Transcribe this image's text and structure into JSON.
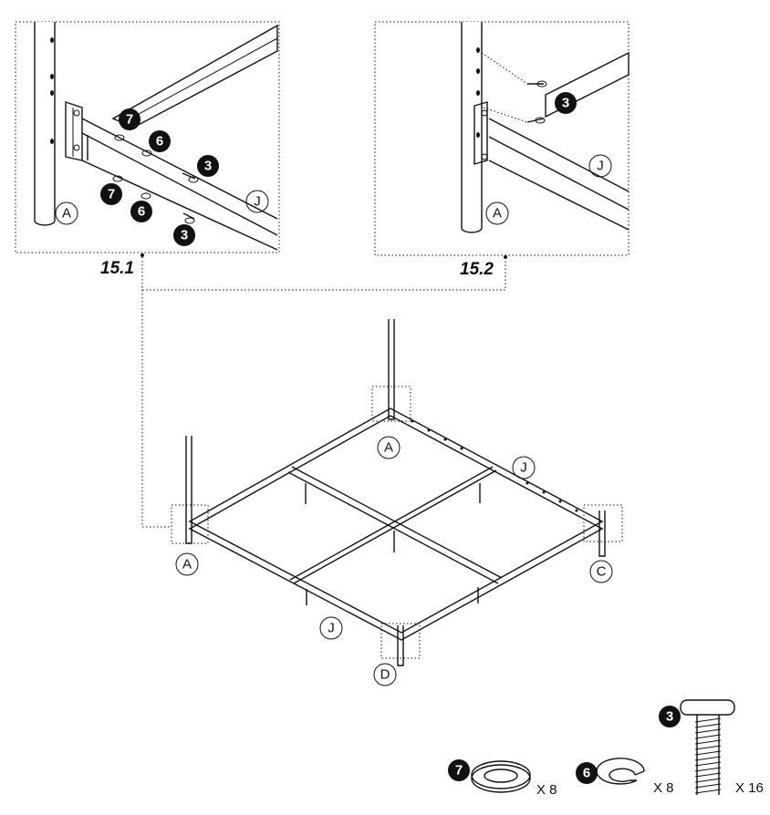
{
  "steps": [
    {
      "label": "15.1"
    },
    {
      "label": "15.2"
    }
  ],
  "part_letters": {
    "inset1_post": "A",
    "inset1_rail": "J",
    "inset2_post": "A",
    "inset2_rail": "J",
    "frame_back_post": "A",
    "frame_side_rail": "J",
    "frame_left_post": "A",
    "frame_right_corner": "C",
    "frame_front_rail": "J",
    "frame_front_corner": "D"
  },
  "callouts": {
    "inset1": [
      "7",
      "6",
      "3",
      "7",
      "6",
      "3"
    ],
    "inset2": [
      "3"
    ]
  },
  "hardware": [
    {
      "number": "7",
      "quantity": "X 8",
      "icon": "lock-washer-icon"
    },
    {
      "number": "6",
      "quantity": "X 8",
      "icon": "split-ring-washer-icon"
    },
    {
      "number": "3",
      "quantity": "X 16",
      "icon": "bolt-icon"
    }
  ],
  "colors": {
    "ink": "#111111",
    "paper": "#ffffff"
  }
}
